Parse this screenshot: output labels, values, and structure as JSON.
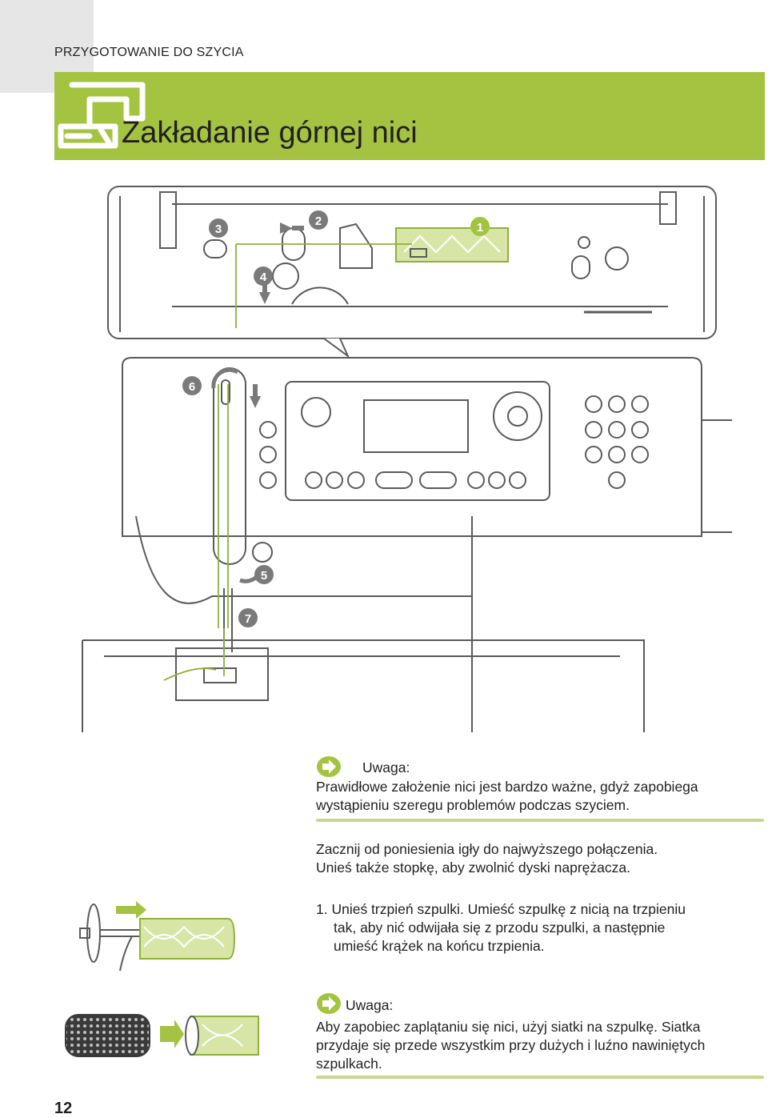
{
  "header": {
    "section": "PRZYGOTOWANIE DO SZYCIA",
    "title": "Zakładanie górnej nici"
  },
  "colors": {
    "accent": "#a3c341",
    "accent_light": "#c3d88a",
    "text": "#231f20"
  },
  "diagram": {
    "callouts": [
      "1",
      "2",
      "3",
      "4",
      "5",
      "6",
      "7"
    ]
  },
  "note1": {
    "label": "Uwaga:",
    "line1": "Prawidłowe założenie nici jest bardzo ważne, gdyż zapobiega",
    "line2": "wystąpieniu szeregu problemów podczas szyciem."
  },
  "intro": {
    "line1": "Zacznij od poniesienia igły do najwyższego połączenia.",
    "line2": "Unieś także stopkę, aby zwolnić dyski naprężacza."
  },
  "step1": {
    "line1": "1. Unieś trzpień szpulki. Umieść szpulkę z nicią na trzpieniu",
    "line2": "tak, aby nić odwijała się z przodu szpulki, a następnie",
    "line3": "umieść krążek na końcu trzpienia."
  },
  "note2": {
    "label": "Uwaga:",
    "line1": "Aby zapobiec zaplątaniu się nici, użyj siatki na szpulkę. Siatka",
    "line2": "przydaje się przede wszystkim przy dużych i luźno nawiniętych",
    "line3": "szpulkach."
  },
  "page_number": "12"
}
